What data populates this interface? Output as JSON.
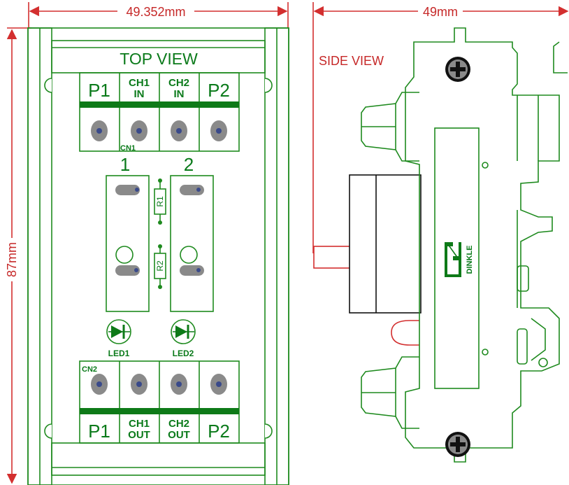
{
  "dimensions": {
    "top_width": "49.352mm",
    "height": "87mm",
    "side_width": "49mm"
  },
  "views": {
    "top": "TOP VIEW",
    "side": "SIDE VIEW"
  },
  "top_terminal": {
    "connector": "CN1",
    "labels": [
      {
        "line1": "P1",
        "line2": ""
      },
      {
        "line1": "CH1",
        "line2": "IN"
      },
      {
        "line1": "CH2",
        "line2": "IN"
      },
      {
        "line1": "P2",
        "line2": ""
      }
    ]
  },
  "bottom_terminal": {
    "connector": "CN2",
    "labels": [
      {
        "line1": "P1",
        "line2": ""
      },
      {
        "line1": "CH1",
        "line2": "OUT"
      },
      {
        "line1": "CH2",
        "line2": "OUT"
      },
      {
        "line1": "P2",
        "line2": ""
      }
    ]
  },
  "channels": [
    "1",
    "2"
  ],
  "resistors": [
    "R1",
    "R2"
  ],
  "leds": [
    "LED1",
    "LED2"
  ],
  "brand": "DINKLE",
  "colors": {
    "outline": "#1e8a1e",
    "text": "#0a7a1a",
    "dimension": "#c62828",
    "relay_body": "#ffffff",
    "screw_hole": "#8a8a8a",
    "screw_center": "#3a4a8a"
  }
}
